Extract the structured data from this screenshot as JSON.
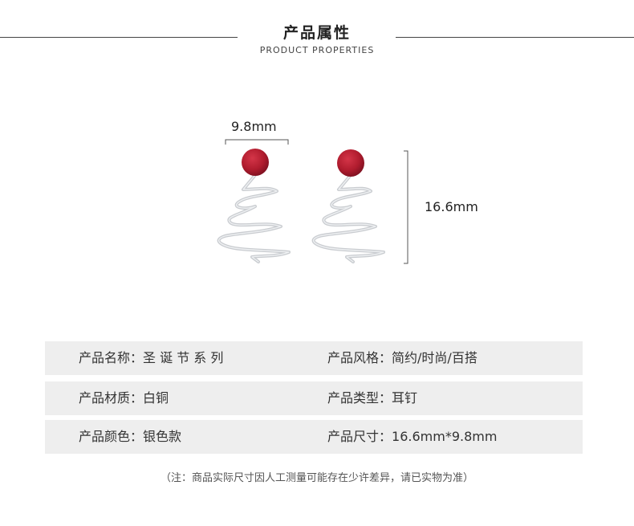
{
  "header": {
    "title": "产品属性",
    "subtitle": "PRODUCT PROPERTIES"
  },
  "dimensions": {
    "width_label": "9.8mm",
    "height_label": "16.6mm"
  },
  "colors": {
    "bead": "#b01c2e",
    "metal": "#c9ccd0",
    "row_bg": "#eeeeee"
  },
  "properties": [
    {
      "label": "产品名称",
      "value": "圣 诞 节 系 列"
    },
    {
      "label": "产品风格",
      "value": "简约/时尚/百搭"
    },
    {
      "label": "产品材质",
      "value": "白铜"
    },
    {
      "label": "产品类型",
      "value": "耳钉"
    },
    {
      "label": "产品颜色",
      "value": "银色款"
    },
    {
      "label": "产品尺寸",
      "value": "16.6mm*9.8mm"
    }
  ],
  "note": "（注：商品实际尺寸因人工测量可能存在少许差异，请已实物为准）"
}
